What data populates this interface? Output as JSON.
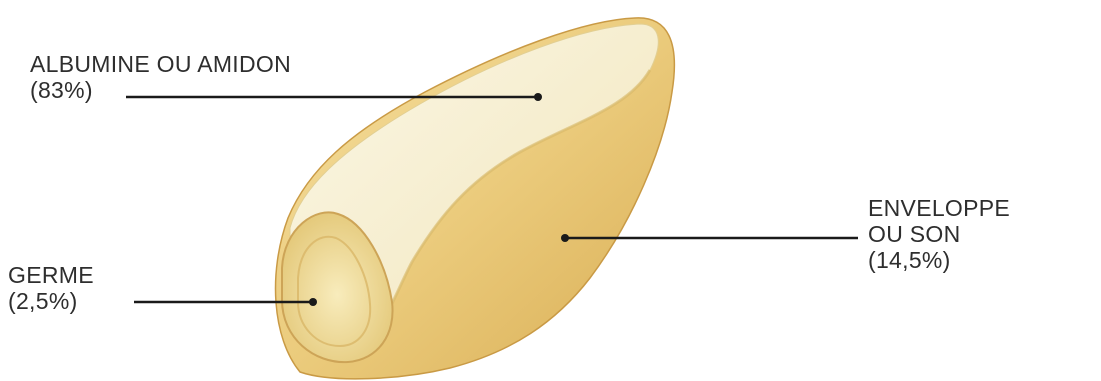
{
  "labels": {
    "albumine": {
      "name": "ALBUMINE OU AMIDON",
      "percent": "(83%)"
    },
    "germe": {
      "name": "GERME",
      "percent": "(2,5%)"
    },
    "enveloppe": {
      "line1": "ENVELOPPE",
      "line2": "OU SON",
      "percent": "(14,5%)"
    }
  },
  "colors": {
    "label_text": "#2e2e2e",
    "leader_line": "#1a1a1a",
    "bran": "#e9c979",
    "endosperm": "#f7f1d6",
    "germ": "#f3e3a3"
  }
}
